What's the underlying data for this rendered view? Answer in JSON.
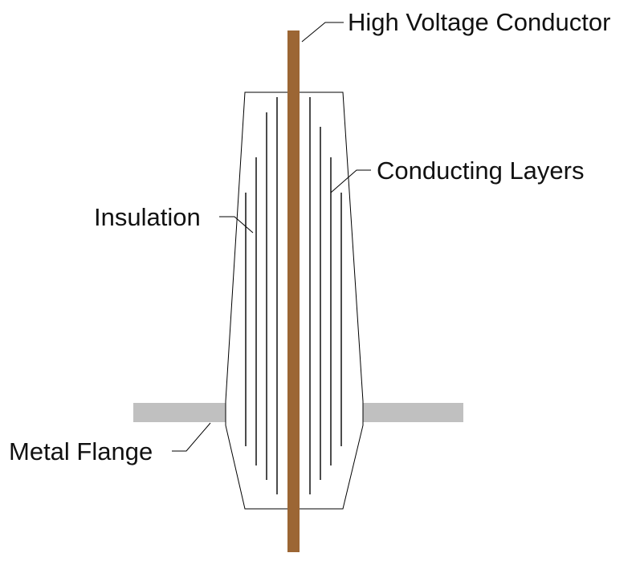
{
  "labels": {
    "conductor": "High Voltage Conductor",
    "conducting_layers": "Conducting Layers",
    "insulation": "Insulation",
    "flange": "Metal Flange"
  },
  "colors": {
    "conductor": "#9C6634",
    "flange": "#C0C0C0",
    "outline": "#000000",
    "text": "#111111"
  }
}
